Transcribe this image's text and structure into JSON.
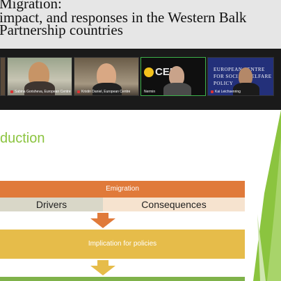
{
  "header": {
    "line1": "Migration:",
    "line2": "impact, and responses in the Western Balk",
    "line3": "Partnership countries"
  },
  "participants": [
    {
      "name": "Sabina Gorisheva, European Centre"
    },
    {
      "name": "Kristin Daniel, European Centre"
    },
    {
      "name": "Nermin"
    },
    {
      "name": "Kai Leichsenring"
    }
  ],
  "logos": {
    "codedi": "CEDI",
    "ecsw": "EUROPEAN CENTRE FOR SOCIAL WELFARE POLICY"
  },
  "slide": {
    "title": "duction",
    "emigration": "Emigration",
    "drivers": "Drivers",
    "consequences": "Consequences",
    "implication": "Implication for policies"
  },
  "colors": {
    "accent_green": "#8bc43f",
    "emigration": "#e07a3a",
    "drivers": "#d9d7c8",
    "consequences": "#f6e3cf",
    "implication": "#e6bc4a"
  }
}
